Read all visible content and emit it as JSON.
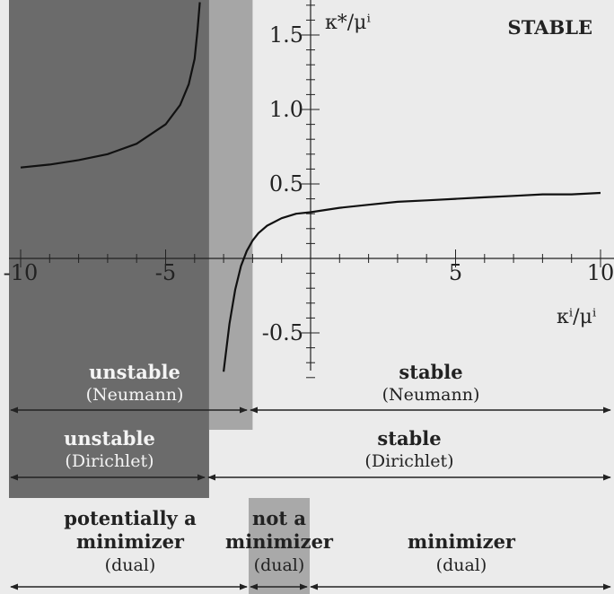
{
  "colors": {
    "background": "#ebebeb",
    "dark_region": "#6b6b6b",
    "medium_region": "#a6a6a6",
    "small_region": "#a9a9a9",
    "curve": "#111111",
    "text": "#222222",
    "text_light": "#f4f4f4"
  },
  "chart_data": {
    "type": "line",
    "title": "",
    "stable_label": "STABLE",
    "xlabel": "κⁱ/μⁱ",
    "ylabel": "κ*/μⁱ",
    "xlim": [
      -10.4,
      10.2
    ],
    "ylim": [
      -0.8,
      1.72
    ],
    "x_ticks": [
      -10,
      -5,
      5,
      10
    ],
    "y_ticks": [
      -0.5,
      0.5,
      1.0,
      1.5
    ],
    "x_tick_labels": [
      "-10",
      "-5",
      "5",
      "10"
    ],
    "y_tick_labels": [
      "-0.5",
      "0.5",
      "1.0",
      "1.5"
    ],
    "series": [
      {
        "x": [
          -10,
          -9,
          -8,
          -7,
          -6,
          -5,
          -4.5,
          -4.2,
          -4.0,
          -3.9,
          -3.82
        ],
        "y": [
          0.61,
          0.63,
          0.66,
          0.7,
          0.77,
          0.9,
          1.03,
          1.17,
          1.34,
          1.53,
          1.72
        ]
      },
      {
        "x": [
          -3.0,
          -2.8,
          -2.6,
          -2.4,
          -2.2,
          -2.0,
          -1.8,
          -1.5,
          -1.0,
          -0.5,
          0,
          1,
          2,
          3,
          4,
          5,
          6,
          7,
          8,
          9,
          10
        ],
        "y": [
          -0.76,
          -0.44,
          -0.21,
          -0.05,
          0.05,
          0.12,
          0.17,
          0.22,
          0.27,
          0.3,
          0.31,
          0.34,
          0.36,
          0.38,
          0.39,
          0.4,
          0.41,
          0.42,
          0.43,
          0.43,
          0.44
        ]
      }
    ],
    "regions": [
      {
        "x_range": [
          -10.4,
          -3.5
        ],
        "color": "#6b6b6b"
      },
      {
        "x_range": [
          -3.5,
          -2.0
        ],
        "color": "#a6a6a6"
      }
    ]
  },
  "bands": {
    "neumann": {
      "left_title": "unstable",
      "left_sub": "(Neumann)",
      "right_title": "stable",
      "right_sub": "(Neumann)"
    },
    "dirichlet": {
      "left_title": "unstable",
      "left_sub": "(Dirichlet)",
      "right_title": "stable",
      "right_sub": "(Dirichlet)"
    },
    "dual": {
      "left_title_1": "potentially a",
      "left_title_2": "minimizer",
      "left_sub": "(dual)",
      "mid_title_1": "not a",
      "mid_title_2": "minimizer",
      "mid_sub": "(dual)",
      "right_title": "minimizer",
      "right_sub": "(dual)"
    }
  }
}
